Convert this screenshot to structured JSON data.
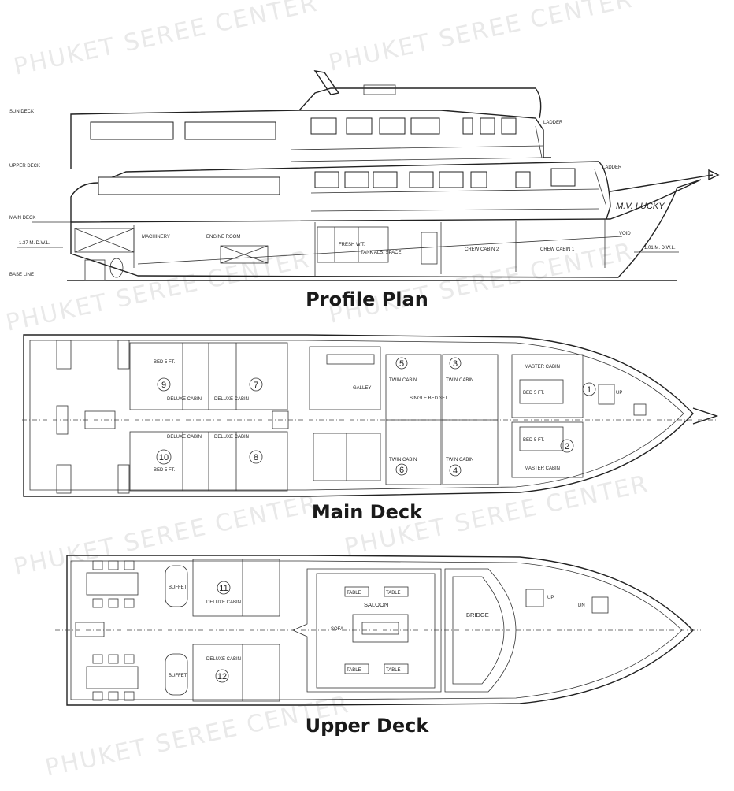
{
  "watermark": "PHUKET SEREE CENTER",
  "captions": {
    "profile": "Profile Plan",
    "main": "Main Deck",
    "upper": "Upper Deck"
  },
  "profile": {
    "deck_labels": [
      "SUN DECK",
      "UPPER DECK",
      "MAIN DECK",
      "BASE LINE"
    ],
    "ladder": "LADDER",
    "vessel_name": "M.V. LUCKY",
    "draft_aft": "1.37 M. D.W.L.",
    "draft_fwd": "1.01 M. D.W.L.",
    "rooms": [
      "ENGINE ROOM",
      "MACHINERY",
      "FRESH W.T.",
      "CREW CABIN 2",
      "CREW CABIN 1",
      "VOID",
      "TANK ALS. SPACE"
    ]
  },
  "main_deck": {
    "cabins": [
      {
        "no": "1",
        "name": "MASTER CABIN"
      },
      {
        "no": "2",
        "name": "MASTER CABIN"
      },
      {
        "no": "3",
        "name": "TWIN CABIN"
      },
      {
        "no": "4",
        "name": "TWIN CABIN"
      },
      {
        "no": "5",
        "name": "TWIN CABIN"
      },
      {
        "no": "6",
        "name": "TWIN CABIN"
      },
      {
        "no": "7",
        "name": "DELUXE CABIN"
      },
      {
        "no": "8",
        "name": "DELUXE CABIN"
      },
      {
        "no": "9",
        "name": "DELUXE CABIN"
      },
      {
        "no": "10",
        "name": "DELUXE CABIN"
      }
    ],
    "labels": [
      "GALLEY",
      "BED 5 FT.",
      "SINGLE BED 3FT.",
      "UP"
    ]
  },
  "upper_deck": {
    "cabins": [
      {
        "no": "11",
        "name": "DELUXE CABIN"
      },
      {
        "no": "12",
        "name": "DELUXE CABIN"
      }
    ],
    "labels": [
      "SALOON",
      "BRIDGE",
      "BUFFET",
      "TABLE",
      "SOFA",
      "UP",
      "DN"
    ]
  }
}
